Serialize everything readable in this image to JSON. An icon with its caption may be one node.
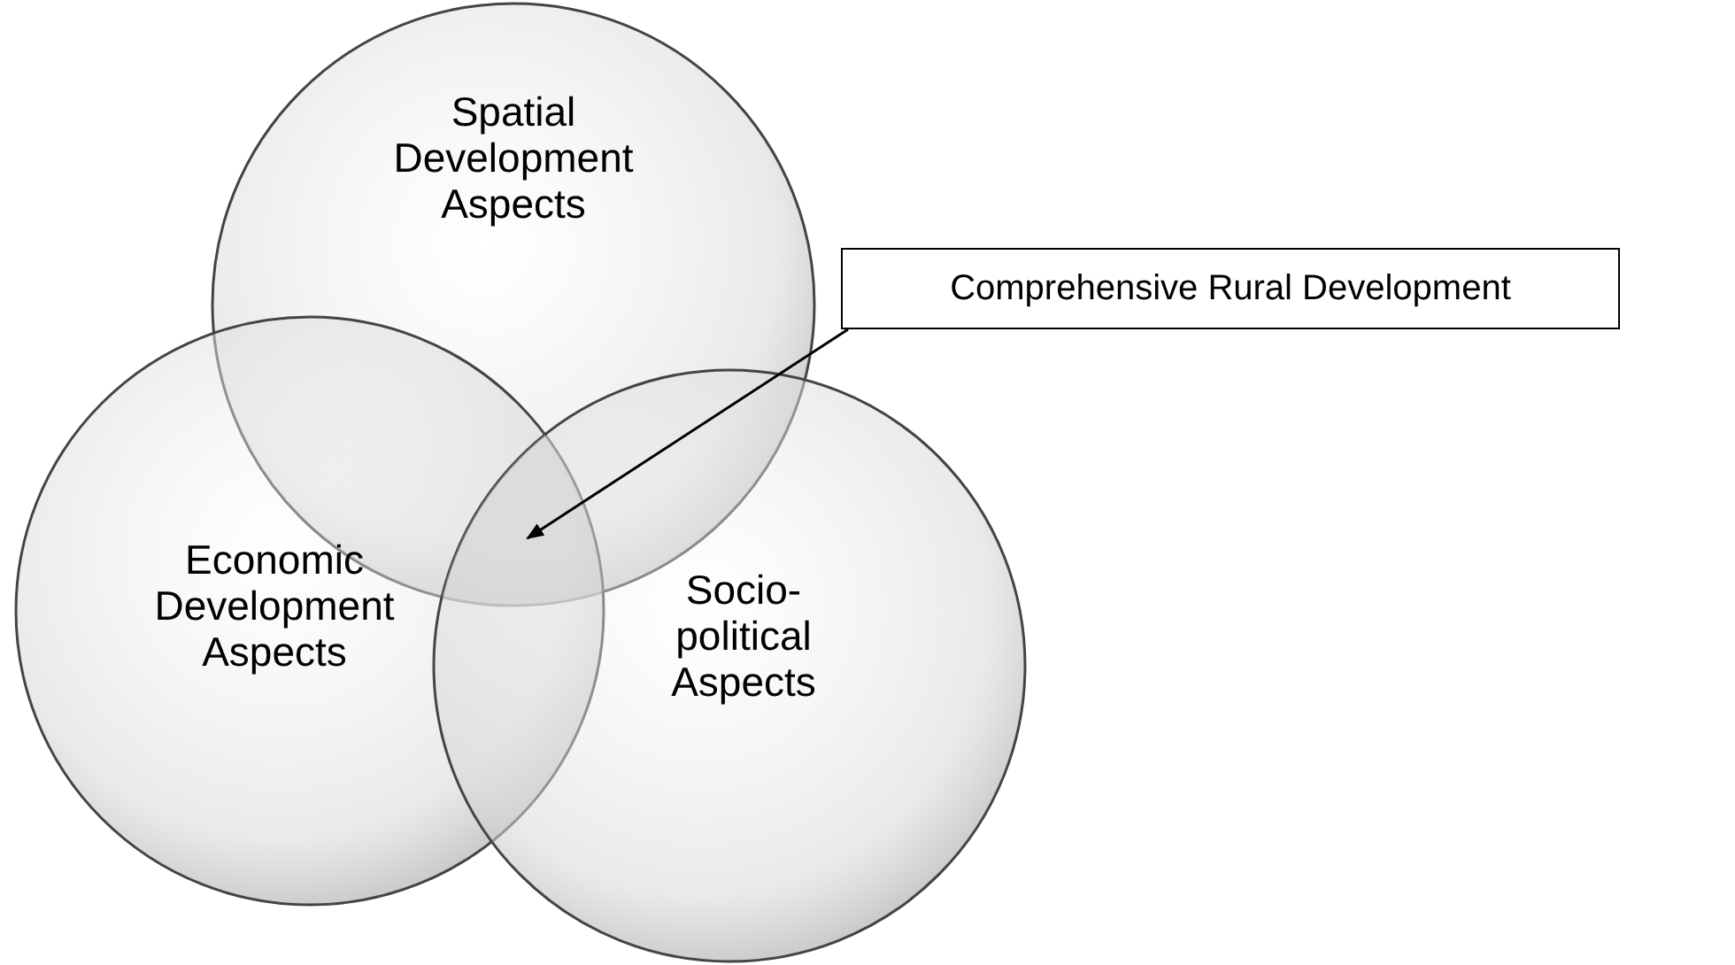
{
  "diagram": {
    "nodes": [
      {
        "text": [
          "Spatial Development Aspects"
        ]
      },
      {
        "text": [
          "Economic Development Aspects"
        ]
      },
      {
        "text": [
          "Socio-political Aspects"
        ]
      },
      {
        "text": [
          "Comprehensive Rural Development"
        ]
      },
      {
        "text": [],
        "shape": "region"
      }
    ],
    "edges": [
      {
        "from": 3,
        "to": 4,
        "arrow": "to"
      }
    ]
  }
}
